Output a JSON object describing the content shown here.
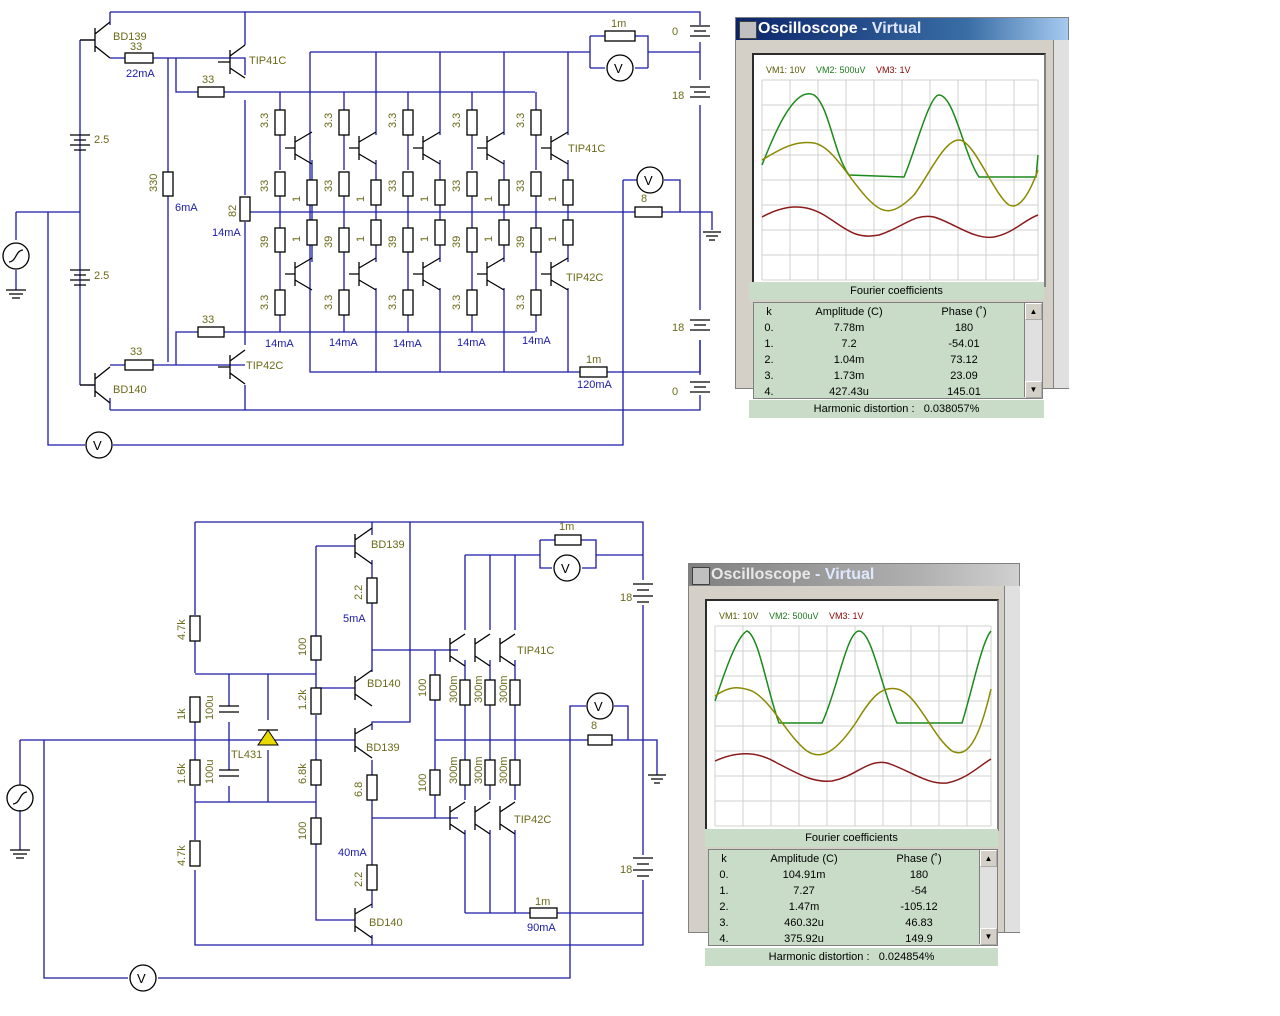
{
  "top": {
    "labels": {
      "q_bd139": "BD139",
      "q_bd140": "BD140",
      "q_tip41c_a": "TIP41C",
      "q_tip41c_b": "TIP41C",
      "q_tip42c_a": "TIP42C",
      "q_tip42c_b": "TIP42C",
      "r33_a": "33",
      "r33_b": "33",
      "r33_c": "33",
      "r33_d": "33",
      "r330": "330",
      "r82": "82",
      "bat_a": "2.5",
      "bat_b": "2.5",
      "r3_3": "3.3",
      "r39": "39",
      "r1": "1",
      "rload": "8",
      "rsense_a": "1m",
      "rsense_b": "1m",
      "v0_a": "0",
      "v18_a": "18",
      "v18_b": "18",
      "v0_b": "0",
      "sign_plus": "+"
    },
    "currents": {
      "i22": "22mA",
      "i6": "6mA",
      "i14a": "14mA",
      "i14": "14mA",
      "i120": "120mA"
    }
  },
  "bottom": {
    "labels": {
      "bd139_a": "BD139",
      "bd140_a": "BD140",
      "bd139_b": "BD139",
      "bd140_b": "BD140",
      "tip41c": "TIP41C",
      "tip42c": "TIP42C",
      "tl431": "TL431",
      "r47k_a": "4.7k",
      "r1k": "1k",
      "r16k": "1.6k",
      "r47k_b": "4.7k",
      "c100u_a": "100u",
      "c100u_b": "100u",
      "r100_a": "100",
      "r12k": "1.2k",
      "r68k": "6.8k",
      "r100_b": "100",
      "r22_a": "2.2",
      "r68": "6.8",
      "r22_b": "2.2",
      "r100_c": "100",
      "r100_d": "100",
      "r300m": "300m",
      "rsense_a": "1m",
      "rsense_b": "1m",
      "rload": "8",
      "v18_a": "18",
      "v18_b": "18"
    },
    "currents": {
      "i5": "5mA",
      "i40": "40mA",
      "i90": "90mA"
    }
  },
  "osc1": {
    "title": "Oscilloscope",
    "title_sep": " - ",
    "title_sub": "Virtual",
    "channels": [
      {
        "label": "VM1: 10V",
        "color": "#5a5a00"
      },
      {
        "label": "VM2: 500uV",
        "color": "#1a7a1a"
      },
      {
        "label": "VM3: 1V",
        "color": "#8b0000"
      }
    ],
    "fourier_title": "Fourier coefficients",
    "col_k": "k",
    "col_amp": "Amplitude (C)",
    "col_phase": "Phase (˚)",
    "rows": [
      {
        "k": "0.",
        "amp": "7.78m",
        "phase": "180"
      },
      {
        "k": "1.",
        "amp": "7.2",
        "phase": "-54.01"
      },
      {
        "k": "2.",
        "amp": "1.04m",
        "phase": "73.12"
      },
      {
        "k": "3.",
        "amp": "1.73m",
        "phase": "23.09"
      },
      {
        "k": "4.",
        "amp": "427.43u",
        "phase": "145.01"
      }
    ],
    "thd_label": "Harmonic distortion :",
    "thd_value": "0.038057%"
  },
  "osc2": {
    "title": "Oscilloscope",
    "title_sep": " - ",
    "title_sub": "Virtual",
    "channels": [
      {
        "label": "VM1: 10V",
        "color": "#5a5a00"
      },
      {
        "label": "VM2: 500uV",
        "color": "#1a7a1a"
      },
      {
        "label": "VM3: 1V",
        "color": "#8b0000"
      }
    ],
    "fourier_title": "Fourier coefficients",
    "col_k": "k",
    "col_amp": "Amplitude (C)",
    "col_phase": "Phase (˚)",
    "rows": [
      {
        "k": "0.",
        "amp": "104.91m",
        "phase": "180"
      },
      {
        "k": "1.",
        "amp": "7.27",
        "phase": "-54"
      },
      {
        "k": "2.",
        "amp": "1.47m",
        "phase": "-105.12"
      },
      {
        "k": "3.",
        "amp": "460.32u",
        "phase": "46.83"
      },
      {
        "k": "4.",
        "amp": "375.92u",
        "phase": "149.9"
      }
    ],
    "thd_label": "Harmonic distortion :",
    "thd_value": "0.024854%"
  },
  "colors": {
    "wire": "#1a1aa8",
    "label": "#6b6b1a",
    "vm1": "#7a7a00",
    "vm2": "#1a8a1a",
    "vm3": "#8b1a1a"
  }
}
